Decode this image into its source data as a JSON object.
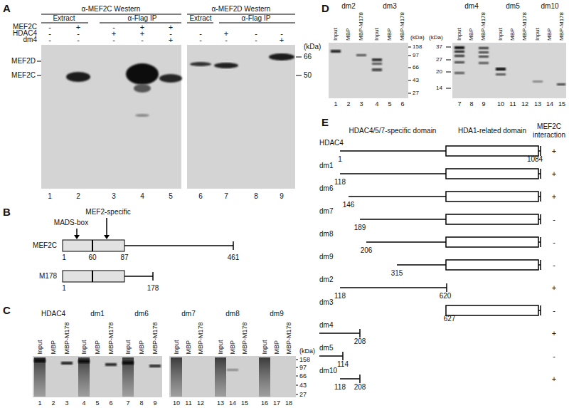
{
  "diagram": {
    "labels": [
      "A",
      "α-MEF2C Western",
      "α-MEF2D Western",
      "Extract",
      "α-Flag IP",
      "Extract",
      "α-Flag IP",
      "MEF2C",
      "-",
      "+",
      "-",
      "+",
      "+",
      "HDAC4",
      "-",
      "-",
      "+",
      "+",
      "-",
      "-",
      "+",
      "-",
      "-",
      "dm4",
      "-",
      "-",
      "-",
      "-",
      "+",
      "-",
      "-",
      "-",
      "+",
      "MEF2D",
      "MEF2C",
      "(kDa)",
      "66",
      "50",
      "1",
      "2",
      "3",
      "4",
      "5",
      "6",
      "7",
      "8",
      "9",
      "B",
      "MADS-box",
      "MEF2-specific",
      "MEF2C",
      "1",
      "60",
      "87",
      "461",
      "M178",
      "1",
      "178",
      "C",
      "HDAC4",
      "dm1",
      "dm6",
      "dm7",
      "dm8",
      "dm9",
      "Input",
      "MBP",
      "MBP-M178",
      "Input",
      "MBP",
      "MBP-M178",
      "Input",
      "MBP",
      "MBP-M178",
      "Input",
      "MBP",
      "MBP-M178",
      "Input",
      "MBP",
      "MBP-M178",
      "Input",
      "MBP",
      "MBP-M178",
      "(kDa)",
      "158",
      "97",
      "66",
      "43",
      "27",
      "1",
      "2",
      "3",
      "4",
      "5",
      "6",
      "7",
      "8",
      "9",
      "10",
      "11",
      "12",
      "13",
      "14",
      "15",
      "16",
      "17",
      "18",
      "D",
      "dm2",
      "dm3",
      "Input",
      "MBP",
      "MBP-M178",
      "Input",
      "MBP",
      "MBP-M178",
      "(kDa)",
      "158",
      "97",
      "66",
      "43",
      "27",
      "1",
      "2",
      "3",
      "4",
      "5",
      "6",
      "dm4",
      "dm5",
      "dm10",
      "Input",
      "MBP",
      "MBP-M178",
      "Input",
      "MBP",
      "MBP-M178",
      "Input",
      "MBP",
      "MBP-M178",
      "(kDa)",
      "37",
      "27",
      "20",
      "14",
      "7",
      "8",
      "9",
      "10",
      "11",
      "12",
      "13",
      "14",
      "15",
      "E",
      "HDAC4/5/7-specific domain",
      "HDA1-related domain",
      "MEF2C interaction",
      "HDAC4",
      "1",
      "1084",
      "+",
      "dm1",
      "118",
      "+",
      "dm6",
      "146",
      "+",
      "dm7",
      "189",
      "-",
      "dm8",
      "206",
      "-",
      "dm9",
      "315",
      "-",
      "dm2",
      "118",
      "620",
      "+",
      "dm3",
      "627",
      "-",
      "dm4",
      "208",
      "+",
      "dm5",
      "114",
      "-",
      "dm10",
      "118",
      "208",
      "+"
    ]
  }
}
